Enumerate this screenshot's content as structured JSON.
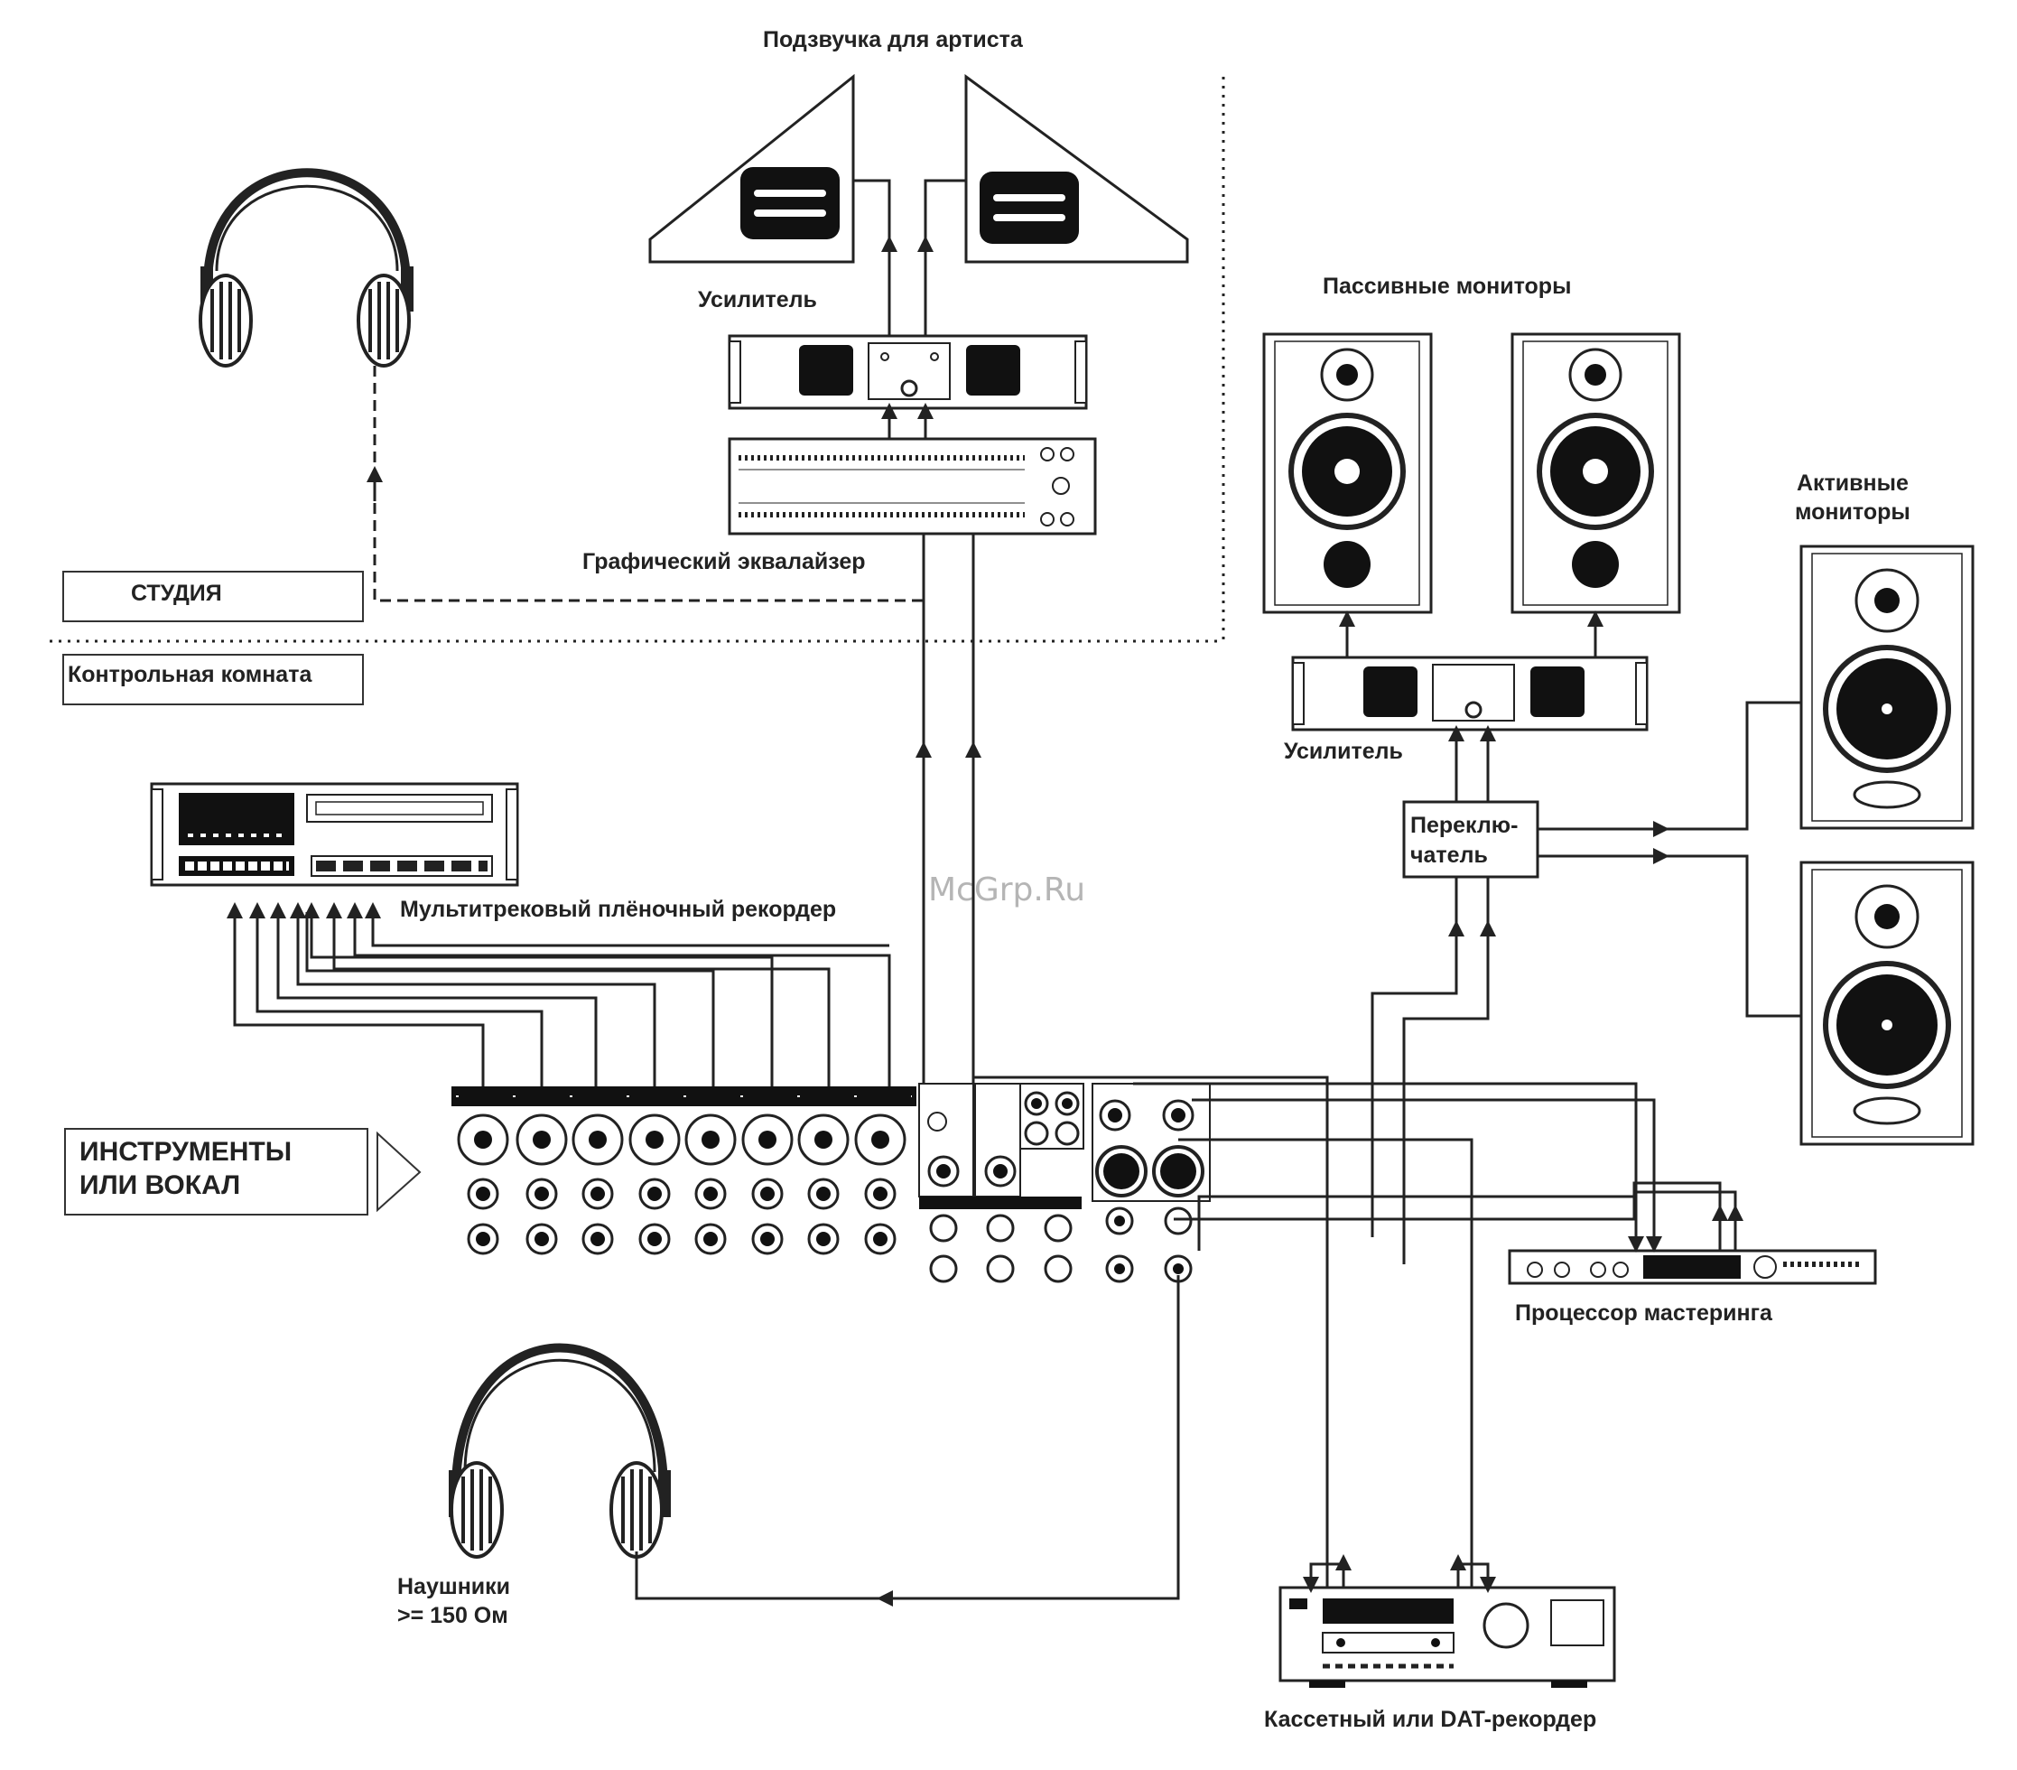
{
  "labels": {
    "artist_monitoring": "Подзвучка для артиста",
    "amplifier_top": "Усилитель",
    "graphic_eq": "Графический эквалайзер",
    "passive_monitors": "Пассивные мониторы",
    "active_monitors_1": "Активные",
    "active_monitors_2": "мониторы",
    "studio": "СТУДИЯ",
    "control_room": "Контрольная комната",
    "amplifier_right": "Усилитель",
    "switch_1": "Переклю-",
    "switch_2": "чатель",
    "multitrack": "Мультитрековый плёночный рекордер",
    "instruments_1": "ИНСТРУМЕНТЫ",
    "instruments_2": "ИЛИ ВОКАЛ",
    "mastering": "Процессор мастеринга",
    "headphones_1": "Наушники",
    "headphones_2": ">= 150 Ом",
    "cassette": "Кассетный или DAT-рекордер",
    "watermark": "McGrp.Ru"
  },
  "colors": {
    "line": "#222222",
    "box_fill": "#ffffff",
    "dark": "#1a1a1a",
    "watermark": "#b5b5b5"
  }
}
